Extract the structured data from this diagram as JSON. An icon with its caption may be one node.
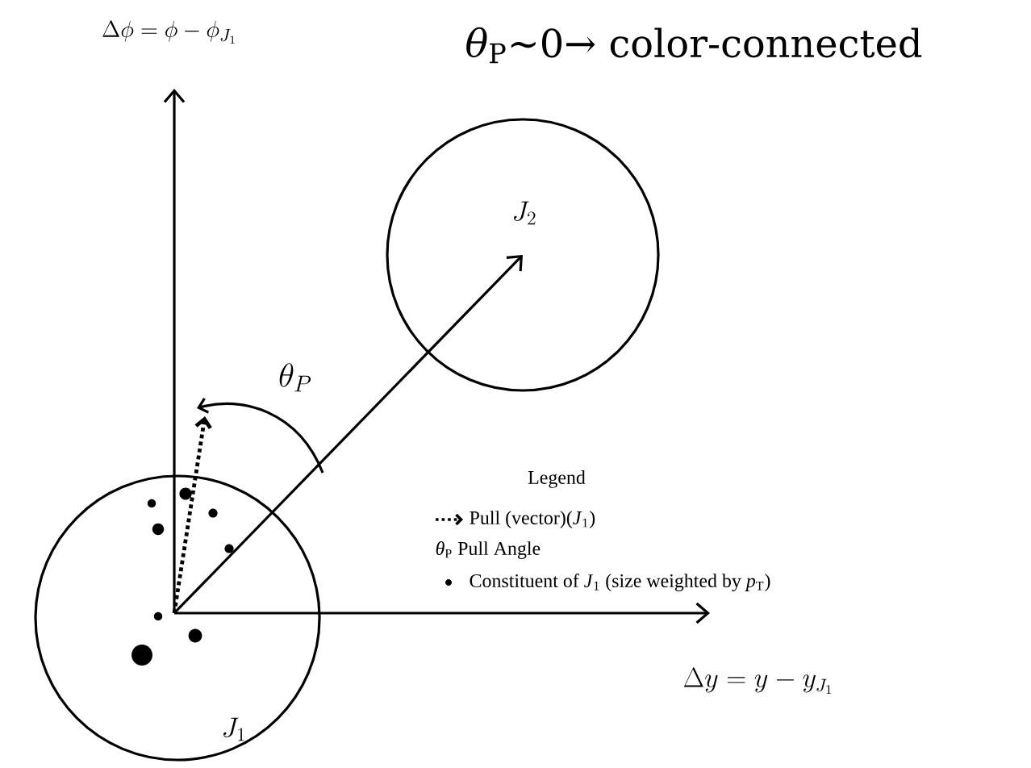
{
  "diagram": {
    "nodes": [
      {
        "text": [
          "J_1"
        ]
      },
      {
        "text": [
          "J_2"
        ]
      }
    ],
    "edges": [
      {
        "from": 0,
        "to": 1,
        "arrow": "to"
      }
    ],
    "labels": [
      "\\Delta\\phi = \\phi - \\phi_{J_1}",
      "*θ*$_{P}$∼0→ color-connected",
      "\\theta_P",
      "Legend",
      "\\Delta y = y - y_{J_1}"
    ],
    "legend": [
      {
        "text": "Pull (vector)(*J*$_{1}$)"
      },
      {
        "text": "*θ*$_{P}$ Pull Angle"
      },
      {
        "text": "Constituent of *J*$_{1}$ (size weighted by *p*$_{T}$)"
      }
    ]
  }
}
